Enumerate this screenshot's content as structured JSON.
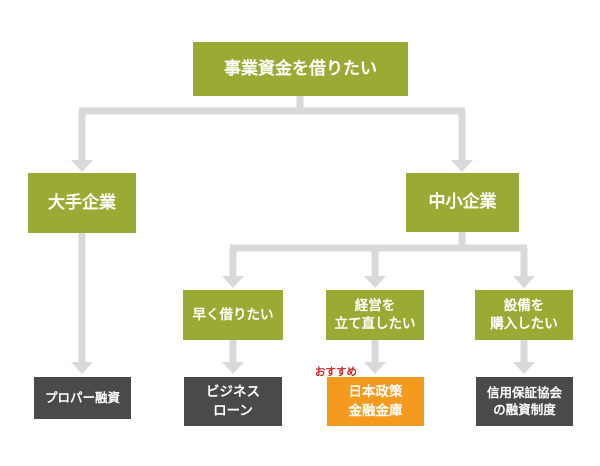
{
  "root": "事業資金を借りたい",
  "large_company": "大手企業",
  "small_company": "中小企業",
  "options": {
    "quick": "早く借りたい",
    "rebuild_1": "経営を",
    "rebuild_2": "立て直したい",
    "equipment_1": "設備を",
    "equipment_2": "購入したい"
  },
  "results": {
    "proper": "プロパー融資",
    "business_1": "ビジネス",
    "business_2": "ローン",
    "jfc_1": "日本政策",
    "jfc_2": "金融金庫",
    "guarantee_1": "信用保証協会",
    "guarantee_2": "の融資制度"
  },
  "badge": "おすすめ",
  "colors": {
    "node_green": "#9aaa34",
    "node_dark": "#4a4a4a",
    "node_orange": "#f39a1f",
    "connector": "#d9d9d9",
    "badge_red": "#cc1d1d"
  }
}
